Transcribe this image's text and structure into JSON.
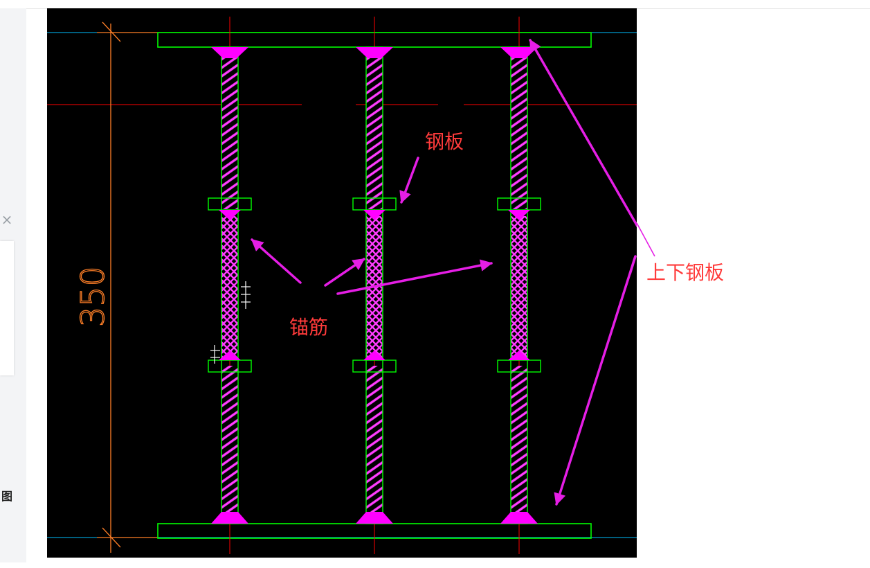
{
  "sidebar": {
    "close_glyph": "×",
    "label": "图片描述"
  },
  "drawing": {
    "dimension": "350",
    "labels": {
      "anchor_bar": "锚筋",
      "steel_plate": "钢板",
      "top_bottom_plates": "上下钢板"
    }
  },
  "colors": {
    "canvas_bg": "#000000",
    "plate": "#00ff00",
    "weld": "#ff00ff",
    "axis": "#ff0000",
    "dimension": "#ff7f27",
    "leader": "#00bfff",
    "annotation_text": "#ff3b3b",
    "arrow": "#e51ee5"
  }
}
